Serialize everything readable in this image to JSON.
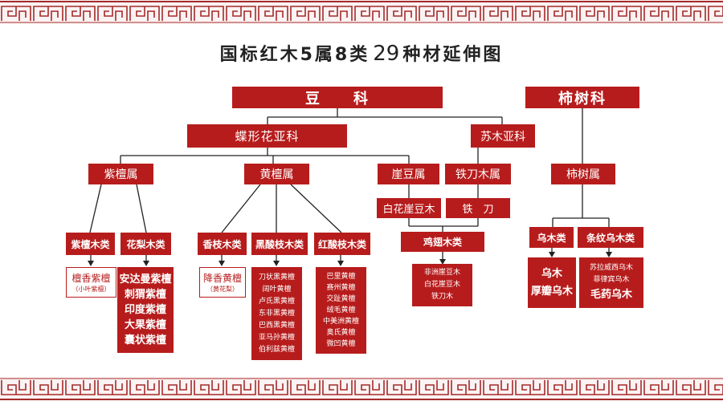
{
  "title": {
    "prefix": "国标红木5属8类",
    "num": "29",
    "suffix": "种材延伸图"
  },
  "family": {
    "dou": "豆　　科",
    "shi": "柿树科"
  },
  "subfamily": {
    "diexing": "蝶形花亚科",
    "sumu": "苏木亚科"
  },
  "genus": {
    "zitan": "紫檀属",
    "huangtan": "黄檀属",
    "yadou": "崖豆属",
    "tiedao": "铁刀木属",
    "shishu": "柿树属"
  },
  "sub": {
    "baihua": "白花崖豆木",
    "tiedao": "铁　刀"
  },
  "category": {
    "zitanmu": "紫檀木类",
    "hualimu": "花梨木类",
    "xiangzhi": "香枝木类",
    "heisuanzhi": "黑酸枝木类",
    "hongsuanzhi": "红酸枝木类",
    "jichimu": "鸡翅木类",
    "wumu": "乌木类",
    "tiaowen": "条纹乌木类"
  },
  "species": {
    "zitanmu": {
      "main": "檀香紫檀",
      "note": "（小叶紫檀）"
    },
    "hualimu": [
      "安达曼紫檀",
      "刺猬紫檀",
      "印度紫檀",
      "大果紫檀",
      "囊状紫檀"
    ],
    "xiangzhi": {
      "main": "降香黄檀",
      "note": "（黄花梨）"
    },
    "heisuanzhi": [
      "刀状黑黄檀",
      "阔叶黄檀",
      "卢氏黑黄檀",
      "东非黑黄檀",
      "巴西黑黄檀",
      "亚马孙黄檀",
      "伯利兹黄檀"
    ],
    "hongsuanzhi": [
      "巴里黄檀",
      "赛州黄檀",
      "交趾黄檀",
      "绒毛黄檀",
      "中美洲黄檀",
      "奥氏黄檀",
      "微凹黄檀"
    ],
    "jichimu": [
      "非洲崖豆木",
      "白花崖豆木",
      "铁刀木"
    ],
    "wumu": [
      "乌木",
      "厚瓣乌木"
    ],
    "tiaowen": {
      "small": [
        "苏拉威西乌木",
        "菲律宾乌木"
      ],
      "big": "毛药乌木"
    }
  }
}
